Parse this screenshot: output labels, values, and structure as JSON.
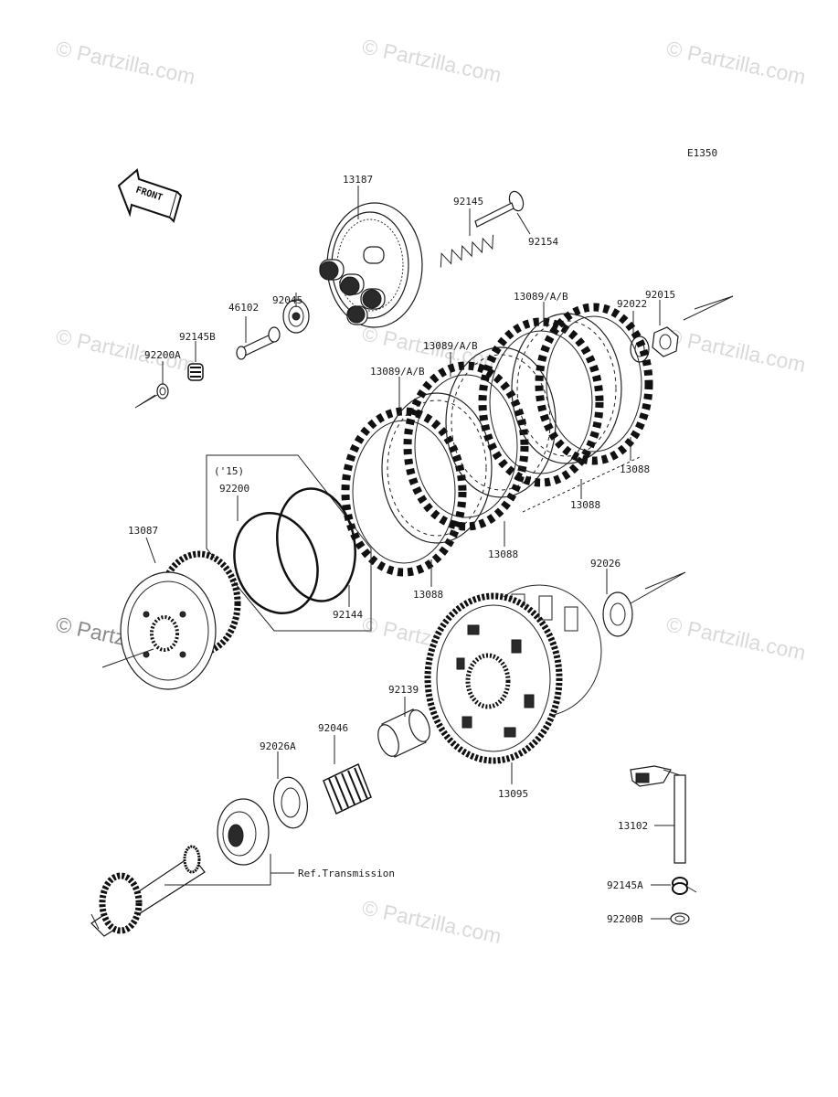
{
  "diagram_code": "E1350",
  "front_label": "FRONT",
  "watermarks": [
    "© Partzilla.com",
    "© Partzilla.com",
    "© Partzilla.com",
    "© Partzilla.com",
    "© Partzilla.com",
    "© Partzilla.com",
    "© Partzilla.com",
    "© Partzilla.com",
    "© Partzilla.com"
  ],
  "copyright": "© Partzilla.com",
  "year_note": "('15)",
  "ref_note": "Ref.Transmission",
  "parts": {
    "p13187": "13187",
    "p92145": "92145",
    "p92154": "92154",
    "p92045": "92045",
    "p46102": "46102",
    "p92145B": "92145B",
    "p92200A": "92200A",
    "p13089_1": "13089/A/B",
    "p13089_2": "13089/A/B",
    "p13089_3": "13089/A/B",
    "p92022": "92022",
    "p92015": "92015",
    "p13088_1": "13088",
    "p13088_2": "13088",
    "p13088_3": "13088",
    "p13088_4": "13088",
    "p92200": "92200",
    "p92144": "92144",
    "p13087": "13087",
    "p92026": "92026",
    "p92139": "92139",
    "p92046": "92046",
    "p92026A": "92026A",
    "p13095": "13095",
    "p13102": "13102",
    "p92145A": "92145A",
    "p92200B": "92200B"
  }
}
